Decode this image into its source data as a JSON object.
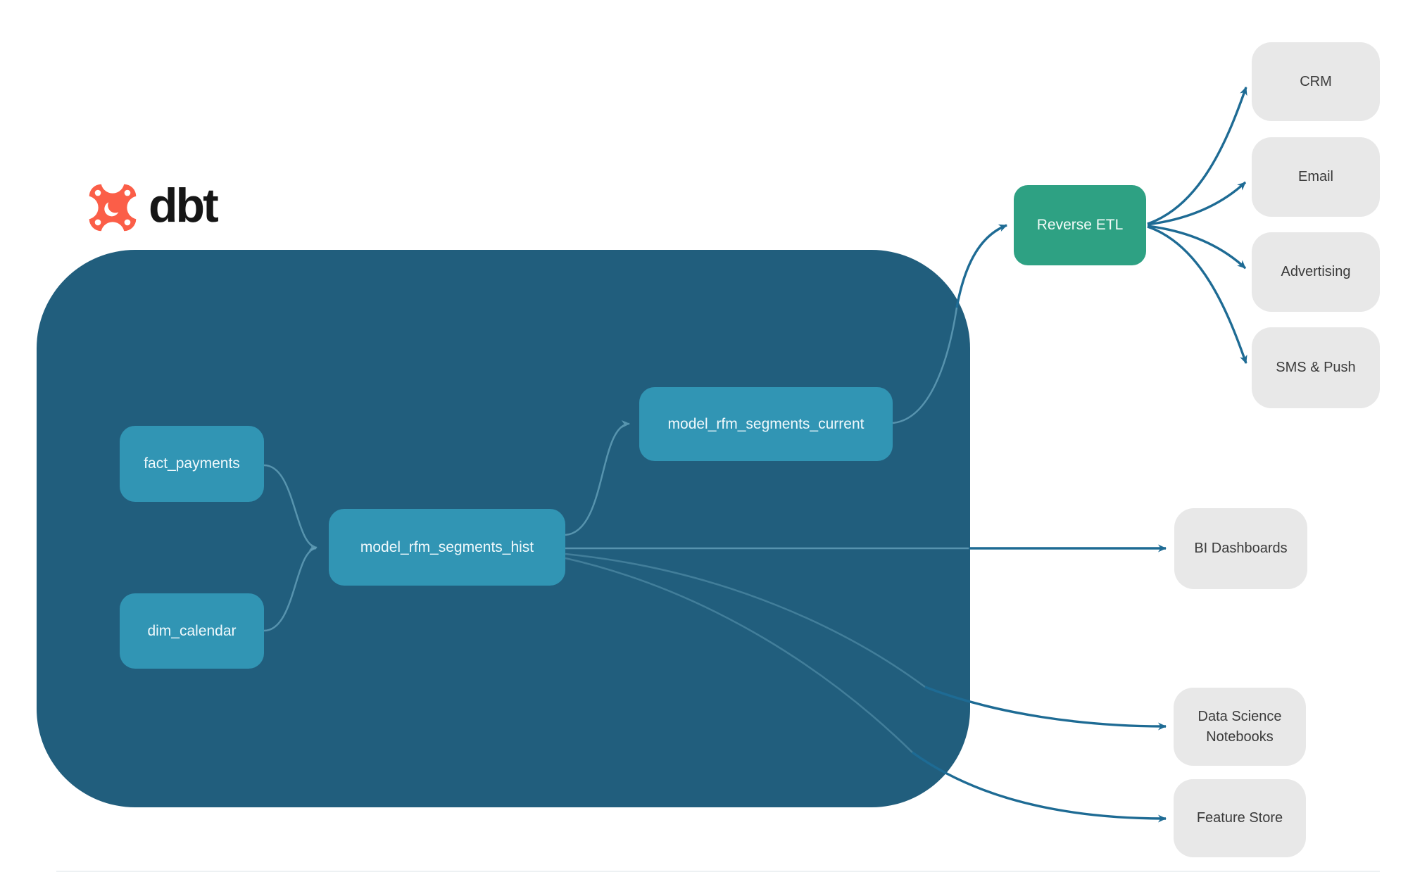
{
  "logo": {
    "text": "dbt",
    "icon": "dbt-mark"
  },
  "colors": {
    "background": "#ffffff",
    "warehouse_container": "#215e7d",
    "model_node": "#3195b4",
    "model_node_text": "#f0f9fc",
    "reverse_etl_node": "#2ea183",
    "destination_node": "#e8e8e8",
    "destination_text": "#3b3b3b",
    "edge_outside": "#1e6b94",
    "edge_inside": "#6aa6bf",
    "logo_orange": "#fb5e48",
    "logo_text_color": "#161616"
  },
  "nodes": {
    "fact_payments": {
      "label": "fact_payments"
    },
    "dim_calendar": {
      "label": "dim_calendar"
    },
    "model_rfm_segments_hist": {
      "label": "model_rfm_segments_hist"
    },
    "model_rfm_segments_current": {
      "label": "model_rfm_segments_current"
    },
    "reverse_etl": {
      "label": "Reverse ETL"
    },
    "crm": {
      "label": "CRM"
    },
    "email": {
      "label": "Email"
    },
    "advertising": {
      "label": "Advertising"
    },
    "sms_push": {
      "label": "SMS & Push"
    },
    "bi_dashboards": {
      "label": "BI Dashboards"
    },
    "data_science_notebooks": {
      "label": "Data Science Notebooks"
    },
    "feature_store": {
      "label": "Feature Store"
    }
  },
  "edges": [
    {
      "from": "fact_payments",
      "to": "model_rfm_segments_hist"
    },
    {
      "from": "dim_calendar",
      "to": "model_rfm_segments_hist"
    },
    {
      "from": "model_rfm_segments_hist",
      "to": "model_rfm_segments_current"
    },
    {
      "from": "model_rfm_segments_current",
      "to": "reverse_etl"
    },
    {
      "from": "model_rfm_segments_hist",
      "to": "bi_dashboards"
    },
    {
      "from": "model_rfm_segments_hist",
      "to": "data_science_notebooks"
    },
    {
      "from": "model_rfm_segments_hist",
      "to": "feature_store"
    },
    {
      "from": "reverse_etl",
      "to": "crm"
    },
    {
      "from": "reverse_etl",
      "to": "email"
    },
    {
      "from": "reverse_etl",
      "to": "advertising"
    },
    {
      "from": "reverse_etl",
      "to": "sms_push"
    }
  ]
}
